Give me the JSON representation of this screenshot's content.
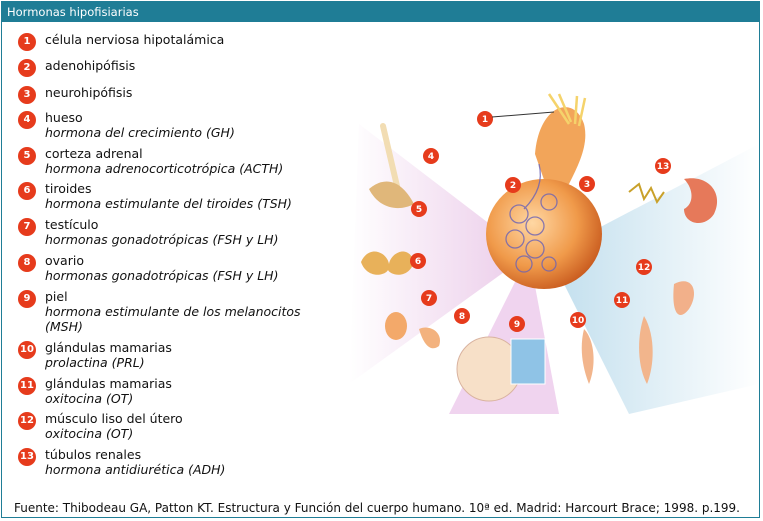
{
  "header": {
    "title": "Hormonas hipofisiarias"
  },
  "legend": [
    {
      "num": "1",
      "label": "célula nerviosa hipotalámica",
      "hormone": ""
    },
    {
      "num": "2",
      "label": "adenohipófisis",
      "hormone": ""
    },
    {
      "num": "3",
      "label": "neurohipófisis",
      "hormone": ""
    },
    {
      "num": "4",
      "label": "hueso",
      "hormone": "hormona del crecimiento (GH)"
    },
    {
      "num": "5",
      "label": "corteza adrenal",
      "hormone": "hormona adrenocorticotrópica (ACTH)"
    },
    {
      "num": "6",
      "label": "tiroides",
      "hormone": "hormona estimulante del tiroides (TSH)"
    },
    {
      "num": "7",
      "label": "testículo",
      "hormone": "hormonas gonadotrópicas (FSH y LH)"
    },
    {
      "num": "8",
      "label": "ovario",
      "hormone": "hormonas gonadotrópicas (FSH y LH)"
    },
    {
      "num": "9",
      "label": "piel",
      "hormone": "hormona estimulante de los melanocitos (MSH)"
    },
    {
      "num": "10",
      "label": "glándulas mamarias",
      "hormone": "prolactina (PRL)"
    },
    {
      "num": "11",
      "label": "glándulas mamarias",
      "hormone": "oxitocina (OT)"
    },
    {
      "num": "12",
      "label": "músculo liso del útero",
      "hormone": "oxitocina (OT)"
    },
    {
      "num": "13",
      "label": "túbulos renales",
      "hormone": "hormona antidiurética (ADH)"
    }
  ],
  "figure_markers": [
    "1",
    "2",
    "3",
    "4",
    "5",
    "6",
    "7",
    "8",
    "9",
    "10",
    "11",
    "12",
    "13"
  ],
  "source": "Fuente: Thibodeau GA, Patton KT. Estructura y Función del cuerpo humano. 10ª ed. Madrid: Harcourt Brace; 1998. p.199.",
  "colors": {
    "header": "#1f7d96",
    "badge": "#e63b1c",
    "rays_left": "#d48fd0",
    "rays_right": "#9ccbe3",
    "gland": "#f09a4a"
  }
}
